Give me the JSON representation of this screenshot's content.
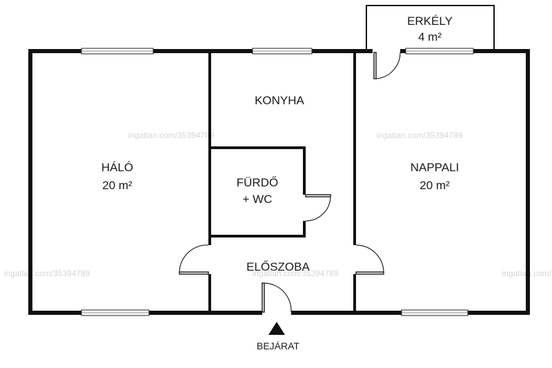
{
  "rooms": {
    "erkely": {
      "name": "ERKÉLY",
      "area": "4 m²"
    },
    "halo": {
      "name": "HÁLÓ",
      "area": "20 m²"
    },
    "konyha": {
      "name": "KONYHA"
    },
    "furdo": {
      "name": "FÜRDŐ",
      "name2": "+ WC"
    },
    "nappali": {
      "name": "NAPPALI",
      "area": "20 m²"
    },
    "eloszoba": {
      "name": "ELŐSZOBA"
    }
  },
  "entrance": {
    "label": "BEJÁRAT"
  },
  "watermark": {
    "text": "ingatlan.com/35394789"
  }
}
